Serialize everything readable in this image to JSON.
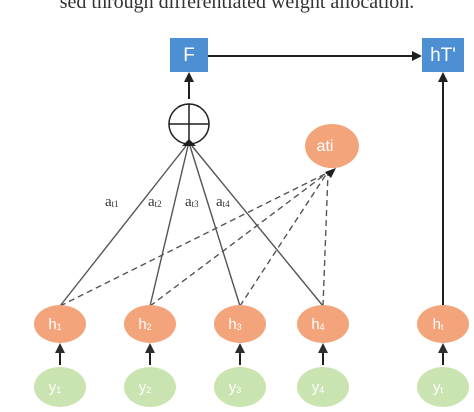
{
  "caption": {
    "text": "sed through differentiated weight allocation."
  },
  "colors": {
    "box_blue": "#4d8fd3",
    "hidden_orange": "#f4a47b",
    "input_green": "#c9e4b0",
    "line_dark": "#4a4a4a"
  },
  "top_boxes": {
    "F": "F",
    "hT": "hT'"
  },
  "attention_node": {
    "label": "ati"
  },
  "weights": [
    {
      "main": "a",
      "sub": "t1"
    },
    {
      "main": "a",
      "sub": "t2"
    },
    {
      "main": "a",
      "sub": "t3"
    },
    {
      "main": "a",
      "sub": "t4"
    }
  ],
  "hidden_nodes": [
    {
      "main": "h",
      "sub": "1"
    },
    {
      "main": "h",
      "sub": "2"
    },
    {
      "main": "h",
      "sub": "3"
    },
    {
      "main": "h",
      "sub": "4"
    },
    {
      "main": "h",
      "sub": "t"
    }
  ],
  "input_nodes": [
    {
      "main": "y",
      "sub": "1"
    },
    {
      "main": "y",
      "sub": "2"
    },
    {
      "main": "y",
      "sub": "3"
    },
    {
      "main": "y",
      "sub": "4"
    },
    {
      "main": "y",
      "sub": "t"
    }
  ],
  "icons": {
    "sum": "circle-plus-icon",
    "arrow": "arrow-head-icon"
  }
}
